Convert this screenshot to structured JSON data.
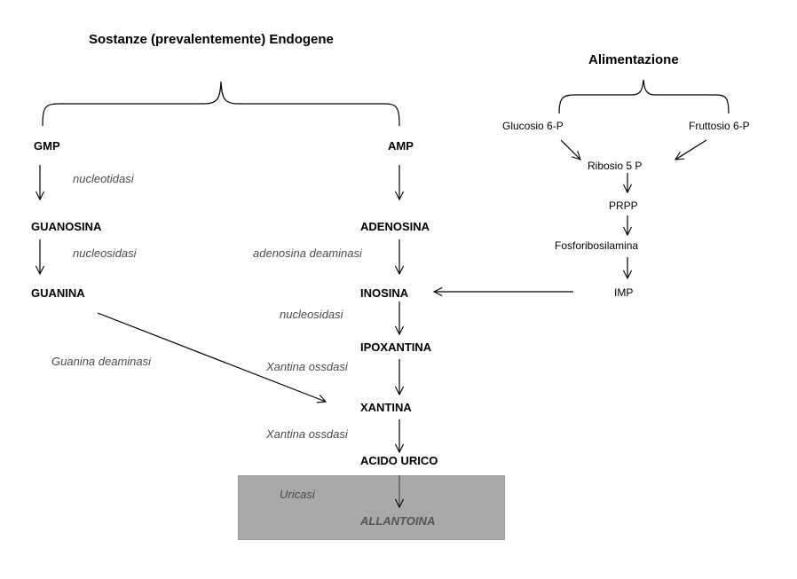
{
  "titles": {
    "endogenous": "Sostanze (prevalentemente) Endogene",
    "diet": "Alimentazione"
  },
  "nodes": {
    "gmp": "GMP",
    "amp": "AMP",
    "guanosina": "GUANOSINA",
    "adenosina": "ADENOSINA",
    "guanina": "GUANINA",
    "inosina": "INOSINA",
    "ipoxantina": "IPOXANTINA",
    "xantina": "XANTINA",
    "acido_urico": "ACIDO URICO",
    "allantoina": "ALLANTOINA",
    "glucosio_6p": "Glucosio 6-P",
    "fruttosio_6p": "Fruttosio 6-P",
    "ribosio_5p": "Ribosio 5 P",
    "prpp": "PRPP",
    "fosforibosilamina": "Fosforibosilamina",
    "imp": "IMP"
  },
  "enzymes": {
    "nucleotidasi": "nucleotidasi",
    "nucleosidasi_left": "nucleosidasi",
    "adenosina_deaminasi": "adenosina deaminasi",
    "nucleosidasi_center": "nucleosidasi",
    "guanina_deaminasi": "Guanina deaminasi",
    "xantina_ossdasi_1": "Xantina ossdasi",
    "xantina_ossdasi_2": "Xantina ossdasi",
    "uricasi": "Uricasi"
  }
}
